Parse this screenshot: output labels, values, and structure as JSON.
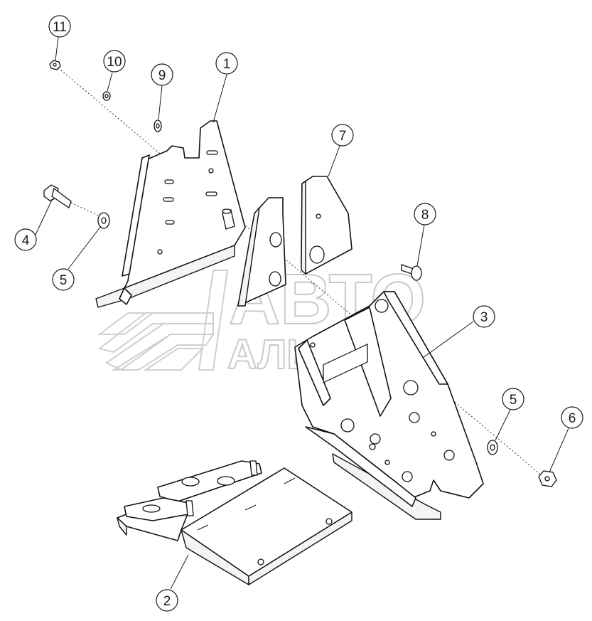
{
  "watermark": {
    "line1": "АВТО",
    "line2": "АЛЬЯНС"
  },
  "callouts": [
    "1",
    "2",
    "3",
    "4",
    "5",
    "5",
    "6",
    "7",
    "8",
    "9",
    "10",
    "11"
  ]
}
